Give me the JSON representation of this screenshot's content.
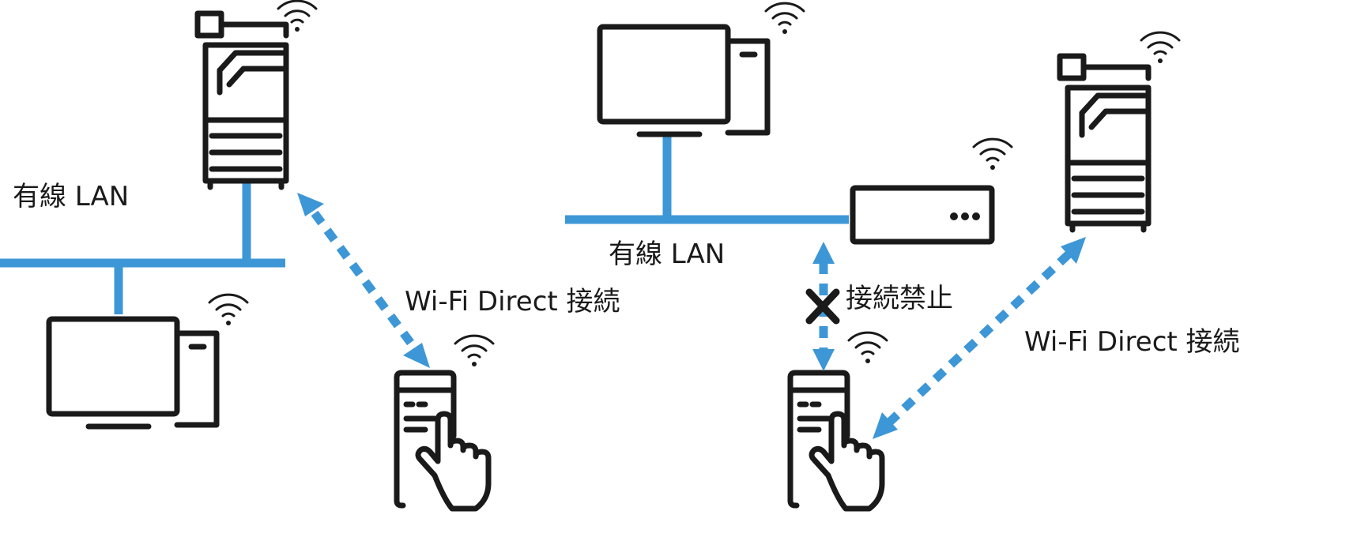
{
  "diagram": {
    "left_network": {
      "lan_label": "有線 LAN",
      "link_label": "Wi-Fi Direct 接続"
    },
    "right_network": {
      "lan_label": "有線 LAN",
      "blocked_label": "接続禁止",
      "link_label": "Wi-Fi Direct 接続"
    }
  },
  "colors": {
    "link": "#3d97d6",
    "device": "#1a1a1a",
    "blocked_mark": "#1a1a1a"
  },
  "icons": [
    "multifunction-printer-icon",
    "desktop-computer-icon",
    "smartphone-icon",
    "wireless-router-icon",
    "wifi-icon",
    "blocked-x-icon"
  ]
}
